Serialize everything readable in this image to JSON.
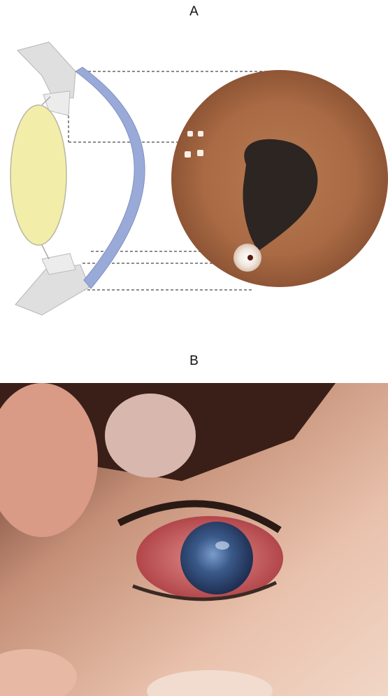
{
  "panels": [
    {
      "id": "A",
      "label": "A"
    },
    {
      "id": "B",
      "label": "B"
    }
  ],
  "colors": {
    "iris": "#a96a44",
    "pupil": "#2c2522",
    "lens": "#f3edaa",
    "cornea": "#98a8d8",
    "sclera_tissue": "#dcdcdc",
    "dashed_lines": "#666666",
    "skin": "#e6b49c",
    "bloodshot_conjunctiva": "#c85a5a",
    "clouded_cornea": "#3a5a8a"
  }
}
